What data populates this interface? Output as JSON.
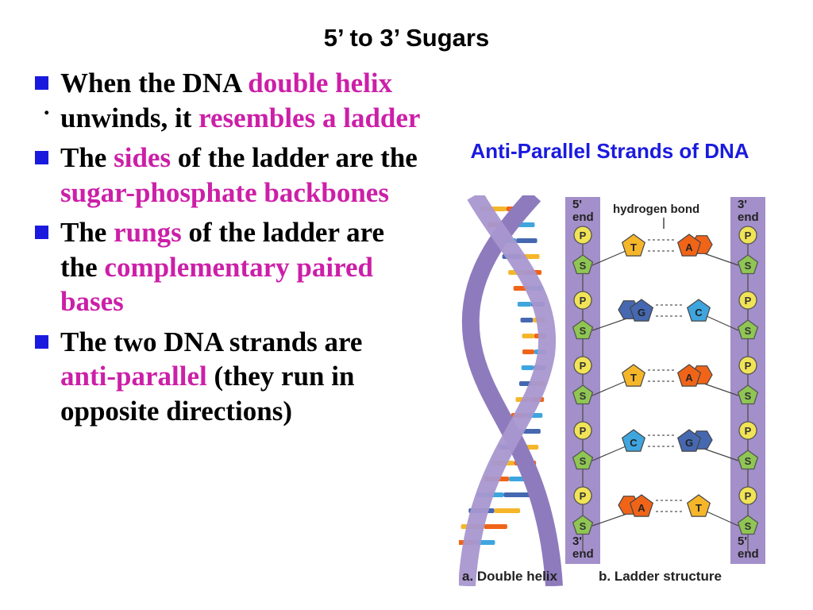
{
  "slide": {
    "title": "5’ to 3’ Sugars",
    "stray_mark": ".",
    "bullets": [
      {
        "segments": [
          {
            "text": " When the DNA ",
            "hl": false
          },
          {
            "text": "double helix",
            "hl": true
          },
          {
            "text": " unwinds, it ",
            "hl": false
          },
          {
            "text": "resembles a ladder",
            "hl": true
          }
        ]
      },
      {
        "segments": [
          {
            "text": " The ",
            "hl": false
          },
          {
            "text": "sides",
            "hl": true
          },
          {
            "text": " of the ladder are the ",
            "hl": false
          },
          {
            "text": "sugar-phosphate backbones",
            "hl": true
          }
        ]
      },
      {
        "segments": [
          {
            "text": " The ",
            "hl": false
          },
          {
            "text": "rungs",
            "hl": true
          },
          {
            "text": " of the ladder are the ",
            "hl": false
          },
          {
            "text": "complementary paired bases",
            "hl": true
          }
        ]
      },
      {
        "segments": [
          {
            "text": "The two DNA strands are ",
            "hl": false
          },
          {
            "text": "anti-parallel",
            "hl": true
          },
          {
            "text": " (they run in opposite directions)",
            "hl": false
          }
        ]
      }
    ],
    "colors": {
      "bullet": "#1a1adf",
      "highlight": "#cc1fa8",
      "image_title": "#1a1adf"
    }
  },
  "figure": {
    "title": "Anti-Parallel Strands of DNA",
    "label_left_top": [
      "5'",
      "end"
    ],
    "label_right_top": [
      "3'",
      "end"
    ],
    "label_left_bottom": [
      "3'",
      "end"
    ],
    "label_right_bottom": [
      "5'",
      "end"
    ],
    "hydrogen_bond": "hydrogen bond",
    "phosphate": "P",
    "sugar": "S",
    "pairs": [
      {
        "left": "T",
        "right": "A"
      },
      {
        "left": "G",
        "right": "C"
      },
      {
        "left": "T",
        "right": "A"
      },
      {
        "left": "C",
        "right": "G"
      },
      {
        "left": "A",
        "right": "T"
      }
    ],
    "caption_a": "a. Double helix",
    "caption_b": "b. Ladder structure",
    "base_colors": {
      "T": "#f5b62a",
      "A": "#f06418",
      "G": "#4668b0",
      "C": "#3fa5de"
    }
  }
}
